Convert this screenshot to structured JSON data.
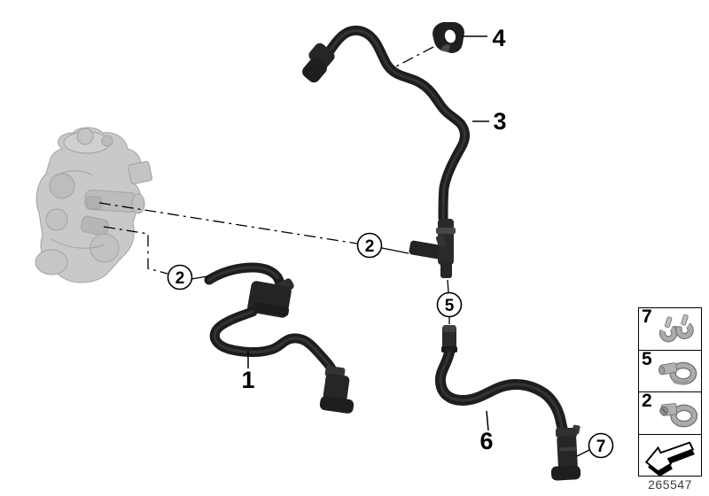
{
  "diagram": {
    "number": "265547",
    "callouts": {
      "c1": "1",
      "c2a": "2",
      "c2b": "2",
      "c3": "3",
      "c4": "4",
      "c5": "5",
      "c6": "6",
      "c7": "7"
    },
    "legend": {
      "items": [
        {
          "label": "7",
          "icon": "double-pipe-clip-icon"
        },
        {
          "label": "5",
          "icon": "hose-clamp-icon"
        },
        {
          "label": "2",
          "icon": "screw-hose-clamp-icon"
        },
        {
          "label": "",
          "icon": "installation-direction-arrow-icon"
        }
      ]
    },
    "colors": {
      "background": "#ffffff",
      "hose": "#1e1e1e",
      "pump_gray": "#c8c8c8",
      "legend_icon_gray": "#ababab",
      "line": "#000000"
    }
  }
}
